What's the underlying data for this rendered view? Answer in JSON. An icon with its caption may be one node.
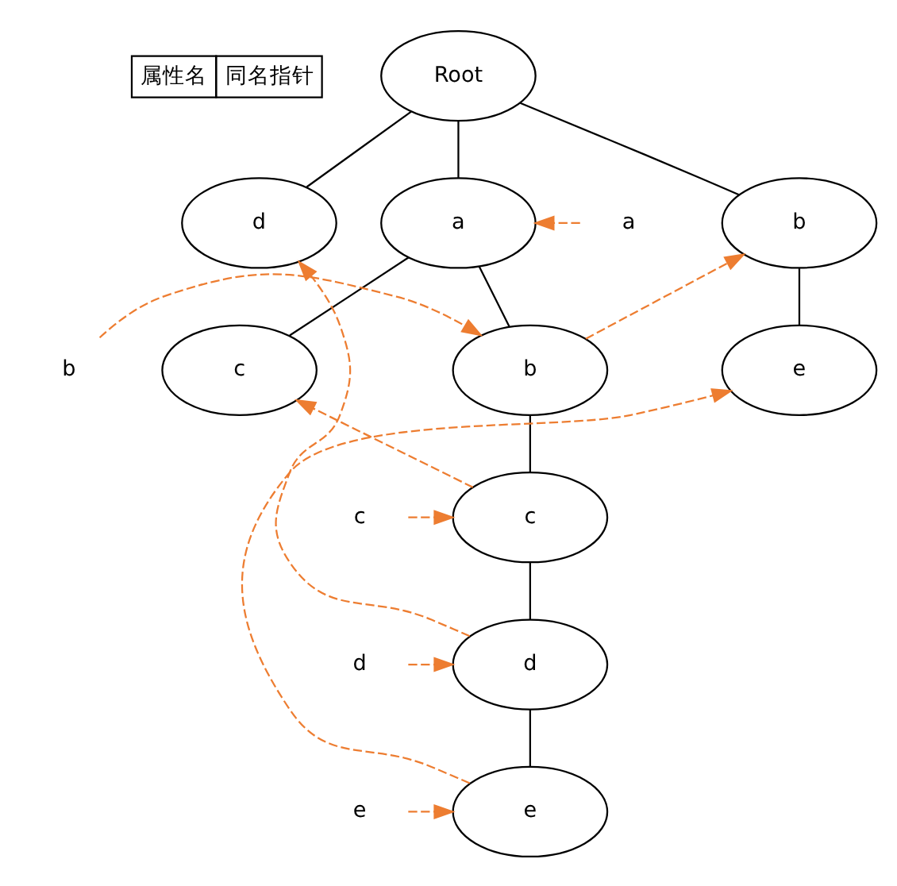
{
  "diagram": {
    "nodes": [
      {
        "text": [
          "Root"
        ]
      },
      {
        "text": [
          "a"
        ]
      },
      {
        "text": [
          "b"
        ]
      },
      {
        "text": [
          "d"
        ]
      },
      {
        "text": [
          "b"
        ]
      },
      {
        "text": [
          "c"
        ]
      },
      {
        "text": [
          "e"
        ]
      },
      {
        "text": [
          "c"
        ]
      },
      {
        "text": [
          "d"
        ]
      },
      {
        "text": [
          "e"
        ]
      },
      {
        "text": [
          "a"
        ]
      },
      {
        "text": [
          "b"
        ]
      },
      {
        "text": [
          "c"
        ]
      },
      {
        "text": [
          "d"
        ]
      },
      {
        "text": [
          "e"
        ]
      }
    ],
    "edges": [
      {
        "from": 0,
        "to": 1,
        "arrow": "none"
      },
      {
        "from": 0,
        "to": 2,
        "arrow": "none"
      },
      {
        "from": 0,
        "to": 3,
        "arrow": "none"
      },
      {
        "from": 1,
        "to": 4,
        "arrow": "none"
      },
      {
        "from": 1,
        "to": 5,
        "arrow": "none"
      },
      {
        "from": 2,
        "to": 6,
        "arrow": "none"
      },
      {
        "from": 4,
        "to": 7,
        "arrow": "none"
      },
      {
        "from": 7,
        "to": 8,
        "arrow": "none"
      },
      {
        "from": 8,
        "to": 9,
        "arrow": "none"
      },
      {
        "from": 10,
        "to": 1,
        "arrow": "to",
        "style": "dashed",
        "color": "#ed7d31"
      },
      {
        "from": 11,
        "to": 4,
        "arrow": "to",
        "style": "dashed",
        "color": "#ed7d31"
      },
      {
        "from": 12,
        "to": 7,
        "arrow": "to",
        "style": "dashed",
        "color": "#ed7d31"
      },
      {
        "from": 13,
        "to": 8,
        "arrow": "to",
        "style": "dashed",
        "color": "#ed7d31"
      },
      {
        "from": 14,
        "to": 9,
        "arrow": "to",
        "style": "dashed",
        "color": "#ed7d31"
      },
      {
        "from": 4,
        "to": 2,
        "arrow": "to",
        "style": "dashed",
        "color": "#ed7d31"
      },
      {
        "from": 7,
        "to": 5,
        "arrow": "to",
        "style": "dashed",
        "color": "#ed7d31"
      },
      {
        "from": 8,
        "to": 3,
        "arrow": "to",
        "style": "dashed",
        "color": "#ed7d31"
      },
      {
        "from": 9,
        "to": 6,
        "arrow": "to",
        "style": "dashed",
        "color": "#ed7d31"
      }
    ],
    "labels": [
      "属性名",
      "同名指针"
    ]
  }
}
